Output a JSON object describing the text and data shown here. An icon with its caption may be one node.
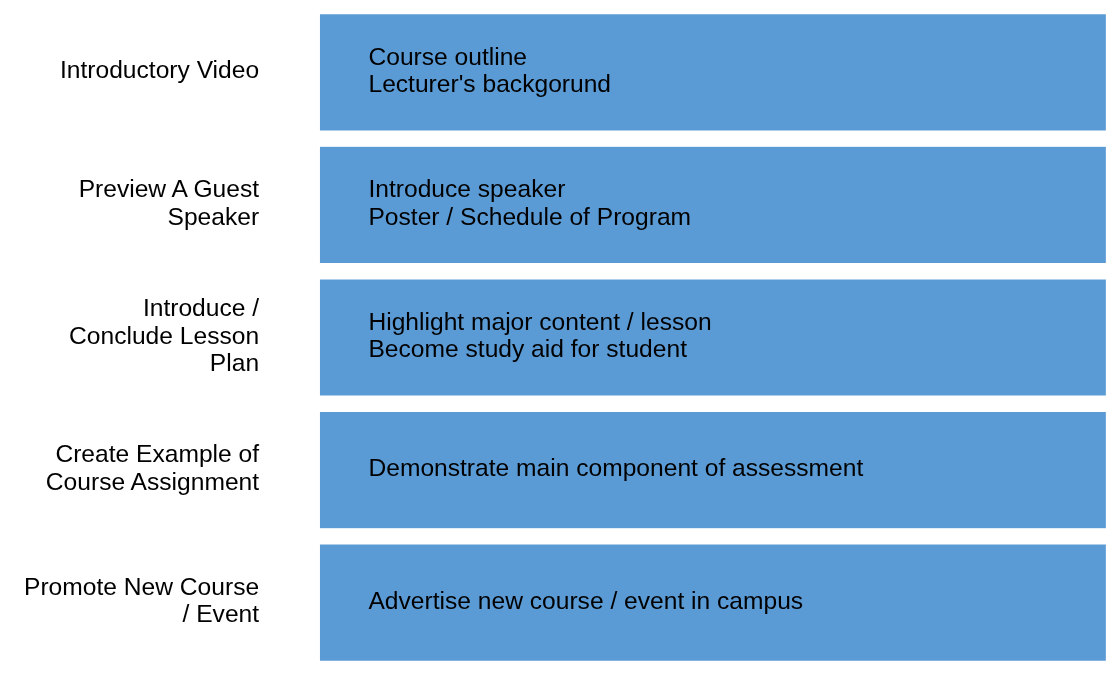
{
  "diagram": {
    "nodes": [
      {
        "text": [
          "Introductory Video"
        ]
      },
      {
        "text": [
          "Course outline",
          "Lecturer's backgorund"
        ]
      },
      {
        "text": [
          "Preview A Guest Speaker"
        ]
      },
      {
        "text": [
          "Introduce speaker",
          "Poster / Schedule of Program"
        ]
      },
      {
        "text": [
          "Introduce / Conclude Lesson Plan"
        ]
      },
      {
        "text": [
          "Highlight major content / lesson",
          "Become study aid for student"
        ]
      },
      {
        "text": [
          "Create Example of Course Assignment"
        ]
      },
      {
        "text": [
          "Demonstrate main component of assessment"
        ]
      },
      {
        "text": [
          "Promote New Course / Event"
        ]
      },
      {
        "text": [
          "Advertise new course / event in campus"
        ]
      }
    ]
  }
}
